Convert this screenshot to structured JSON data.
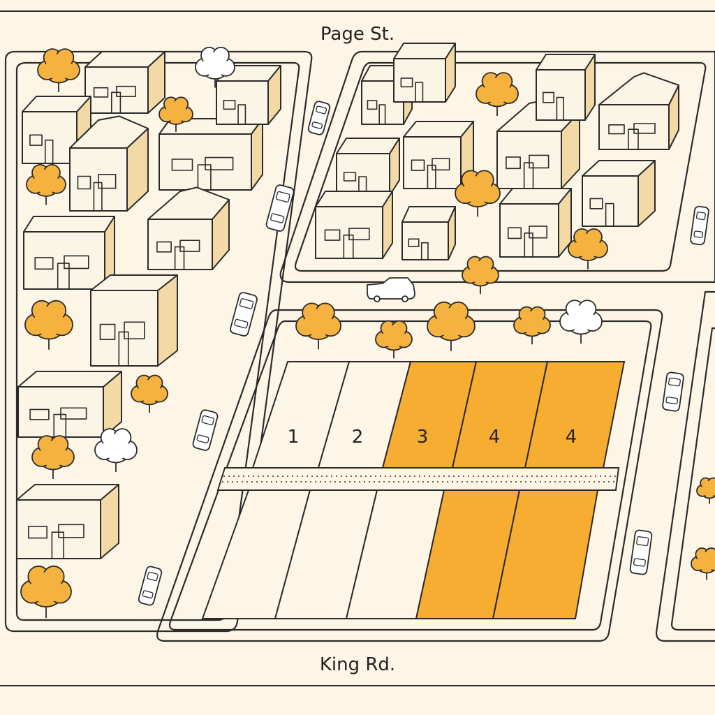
{
  "streets": {
    "north": "Page St.",
    "south": "King Rd."
  },
  "lots": [
    {
      "label": "1",
      "highlighted": false
    },
    {
      "label": "2",
      "highlighted": false
    },
    {
      "label": "3",
      "highlighted": true
    },
    {
      "label": "4",
      "highlighted": true
    },
    {
      "label": "4",
      "highlighted": true
    }
  ],
  "colors": {
    "background": "#fdf6e6",
    "highlight": "#f7ad32",
    "tree": "#f5b23e",
    "house": "#fbf5e6",
    "house_shade": "#f3d9a6",
    "outline": "#2b2b2b"
  }
}
